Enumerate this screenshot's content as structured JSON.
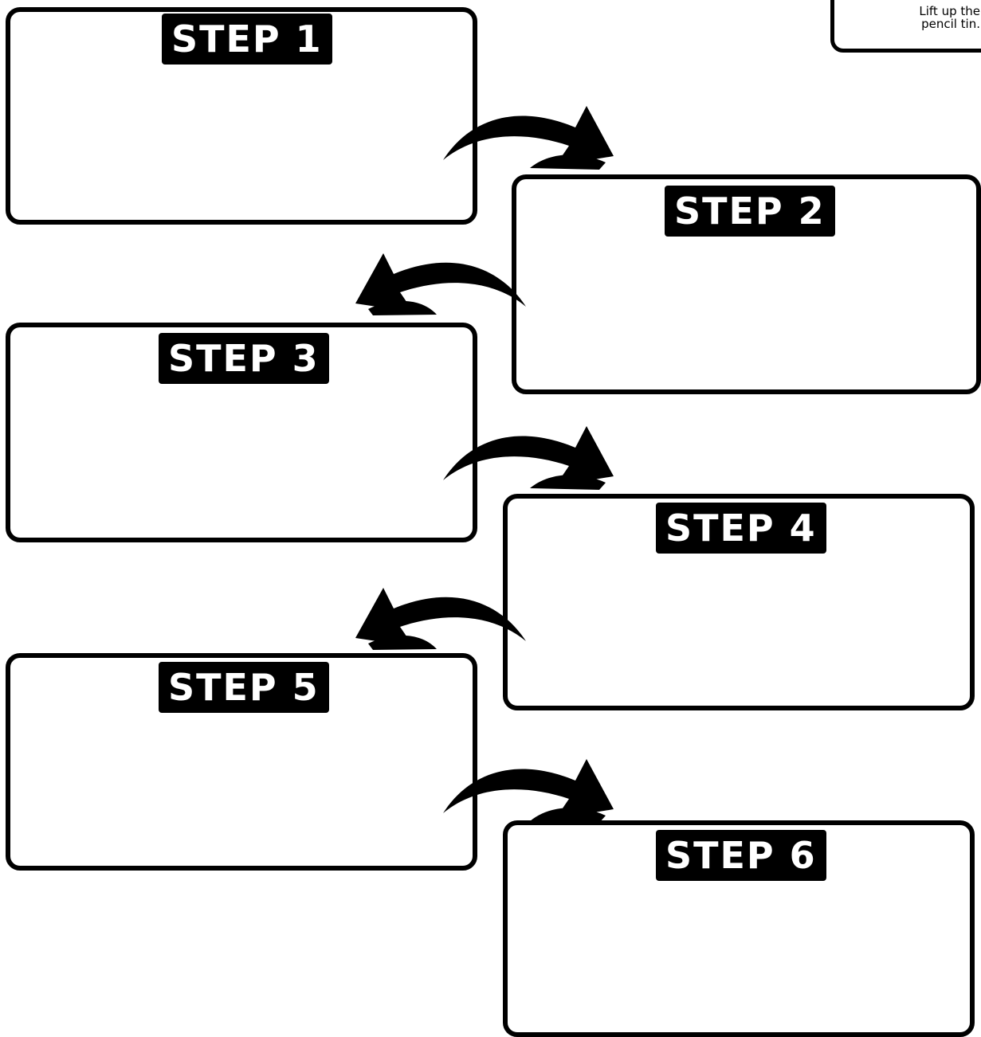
{
  "steps": [
    {
      "label": "STEP 1"
    },
    {
      "label": "STEP 2"
    },
    {
      "label": "STEP 3"
    },
    {
      "label": "STEP 4"
    },
    {
      "label": "STEP 5"
    },
    {
      "label": "STEP 6"
    }
  ],
  "note": {
    "line1": "Lift up the",
    "line2": "pencil tin."
  },
  "colors": {
    "ink": "#000000",
    "paper": "#ffffff"
  }
}
